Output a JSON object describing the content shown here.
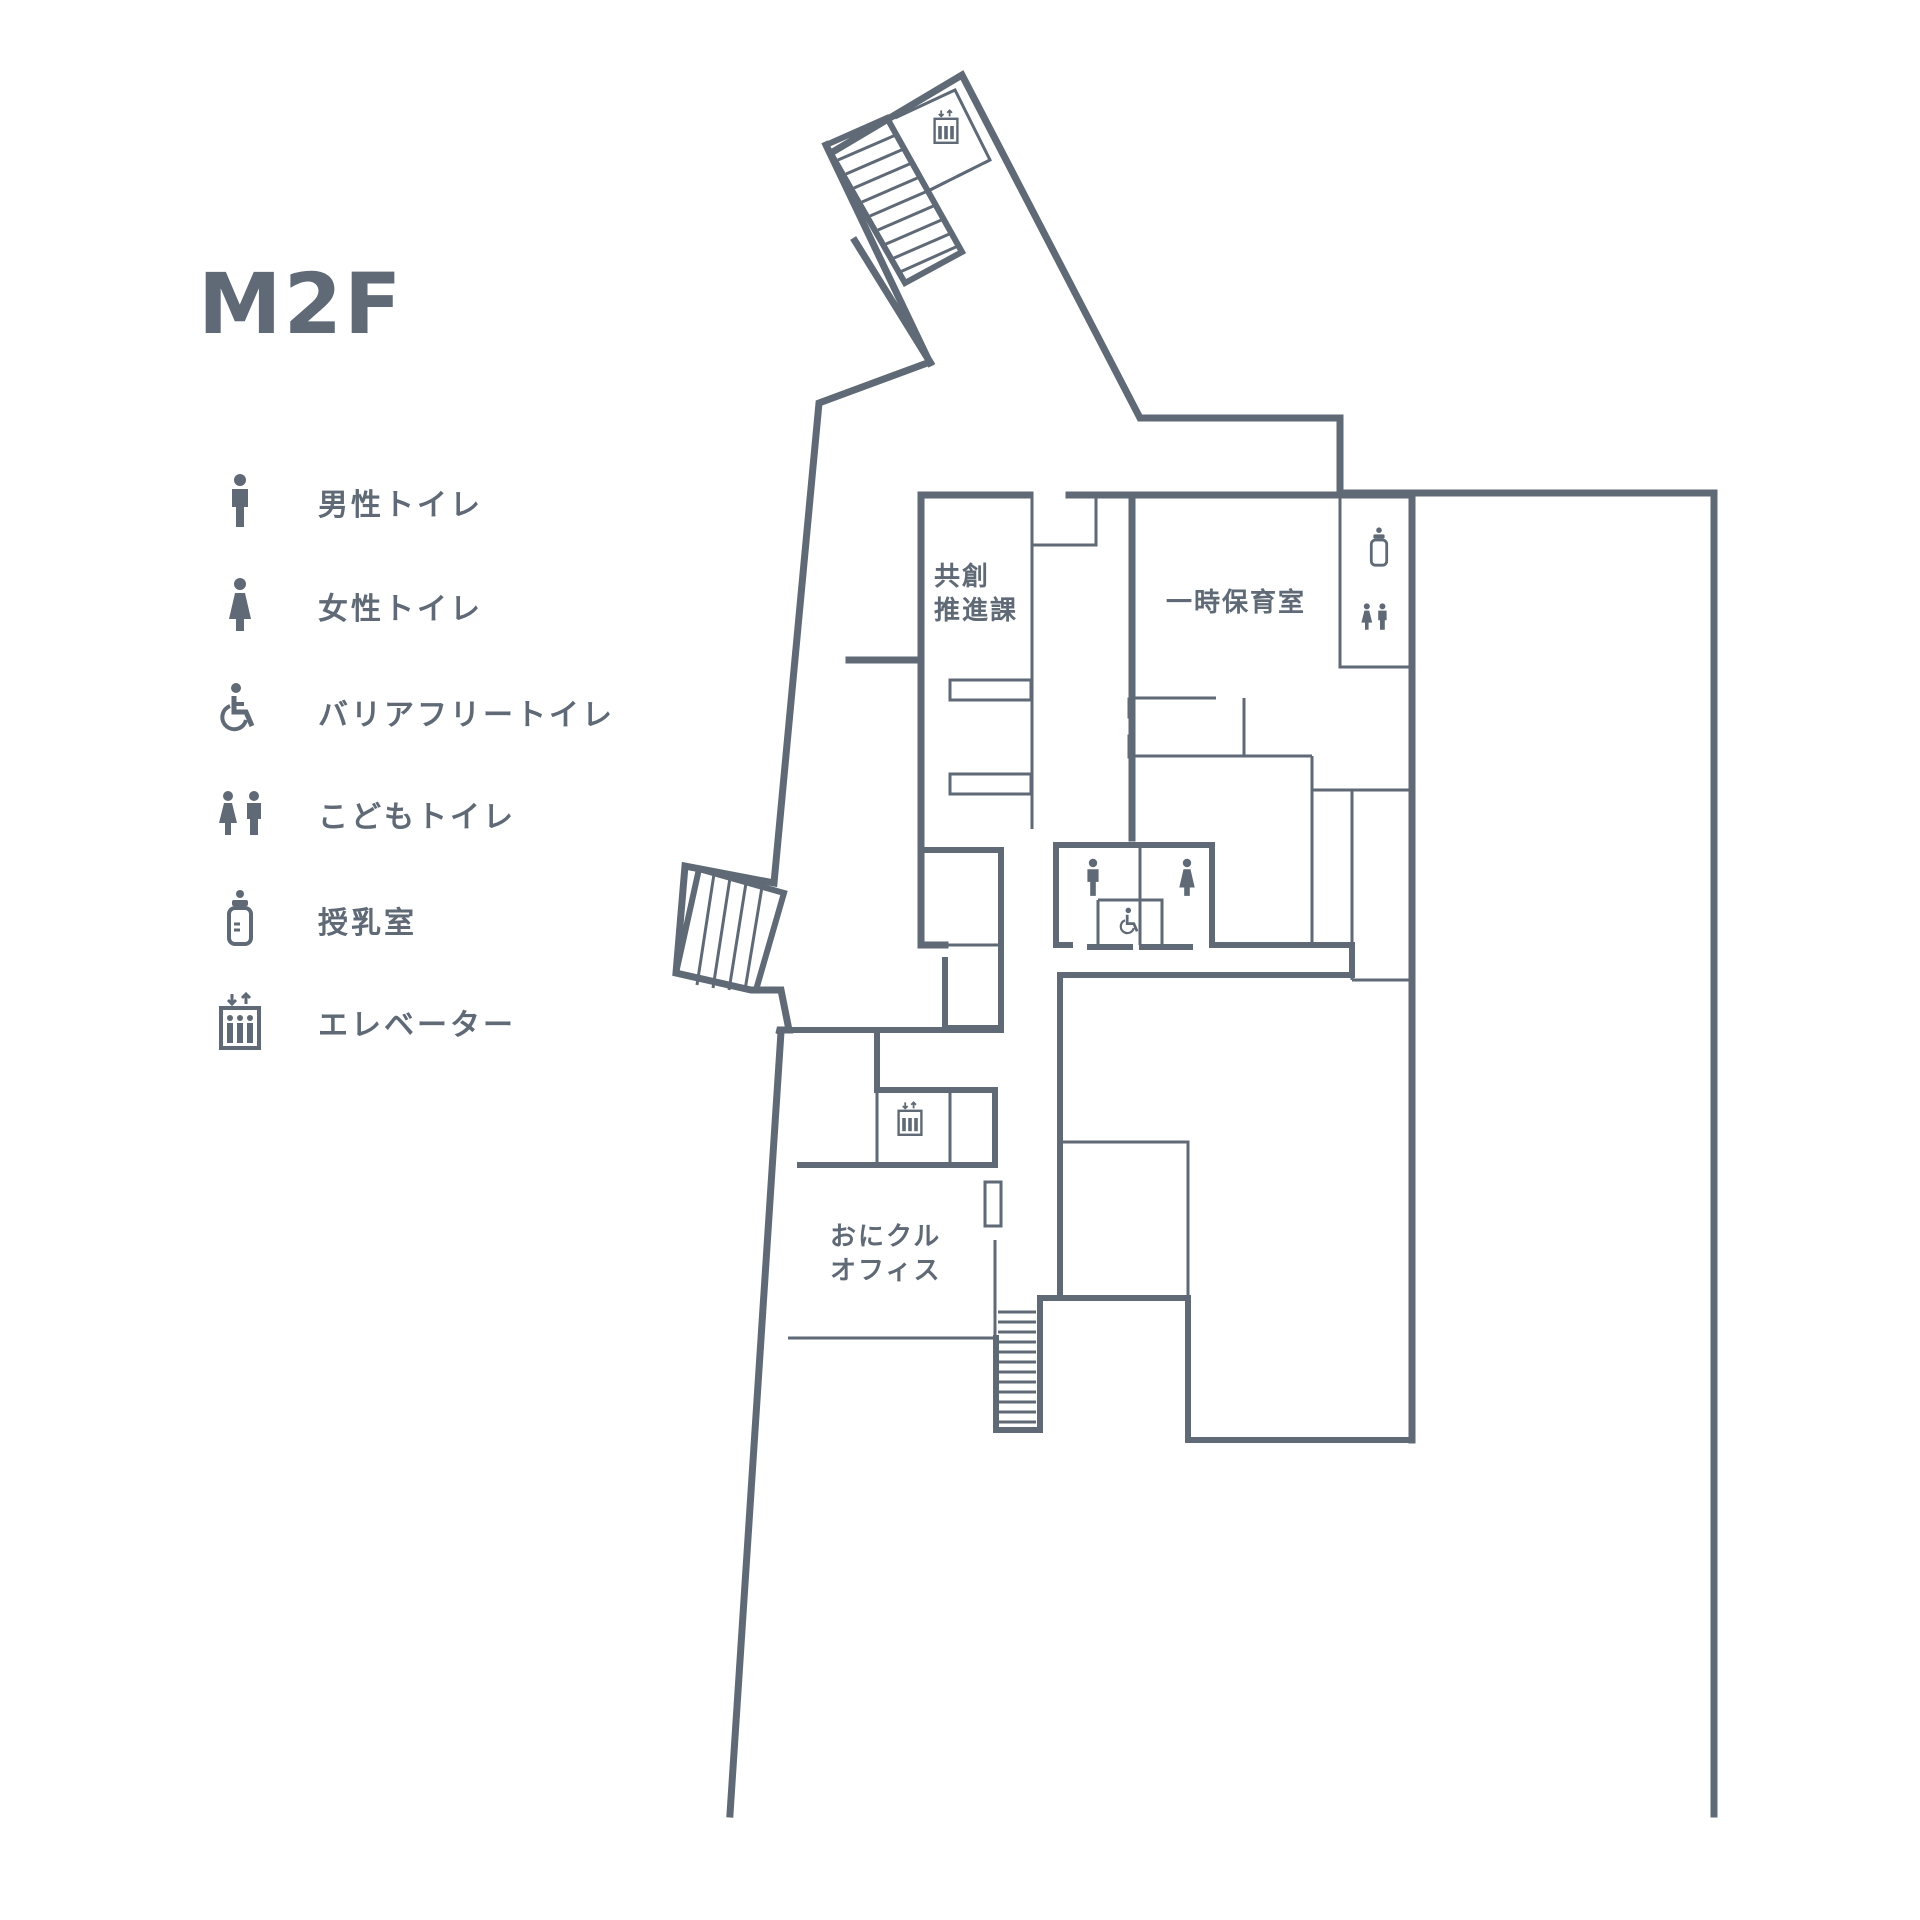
{
  "floor": {
    "title": "M2F"
  },
  "legend": {
    "items": [
      {
        "icon": "male-toilet-icon",
        "label": "男性トイレ"
      },
      {
        "icon": "female-toilet-icon",
        "label": "女性トイレ"
      },
      {
        "icon": "barrier-free-toilet-icon",
        "label": "バリアフリートイレ"
      },
      {
        "icon": "kids-toilet-icon",
        "label": "こどもトイレ"
      },
      {
        "icon": "nursing-room-icon",
        "label": "授乳室"
      },
      {
        "icon": "elevator-icon",
        "label": "エレベーター"
      }
    ]
  },
  "rooms": {
    "kyoso_line1": "共創",
    "kyoso_line2": "推進課",
    "childcare": "一時保育室",
    "onikuru_line1": "おにクル",
    "onikuru_line2": "オフィス"
  },
  "colors": {
    "stroke": "#5f6a76",
    "background": "#ffffff"
  }
}
